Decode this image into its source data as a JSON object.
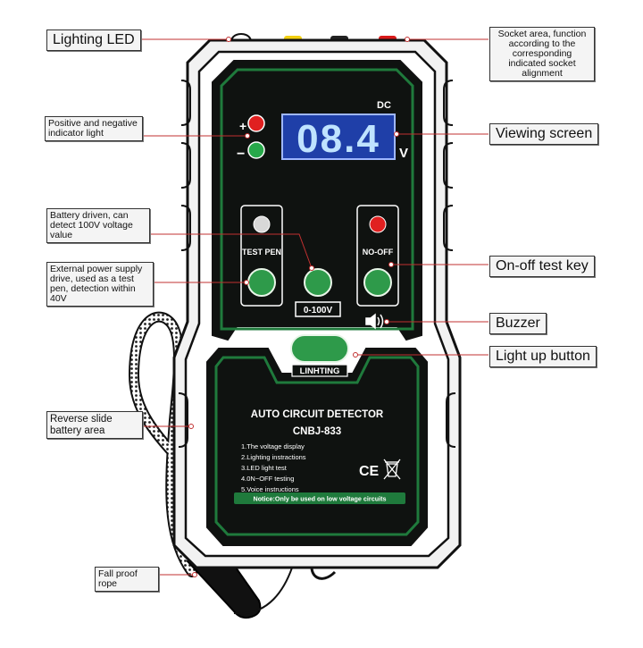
{
  "labels": {
    "lighting_led": "Lighting LED",
    "socket_area": "Socket area, function according to the corresponding indicated socket alignment",
    "indicator_light": "Positive and negative indicator light",
    "viewing_screen": "Viewing screen",
    "battery_driven": "Battery driven, can detect 100V voltage value",
    "external_power": "External power supply drive, used as a test pen, detection within 40V",
    "onoff_key": "On-off test key",
    "buzzer": "Buzzer",
    "light_up_button": "Light up button",
    "reverse_slide": "Reverse slide battery area",
    "fall_proof_rope": "Fall proof rope"
  },
  "device": {
    "display_value": "08.4",
    "display_mode": "DC",
    "display_unit": "V",
    "plus_sign": "+",
    "minus_sign": "−",
    "test_pen_label": "TEST PEN",
    "no_off_label": "NO-OFF",
    "range_label": "0-100V",
    "lighting_button_label": "LINHTING",
    "title": "AUTO CIRCUIT DETECTOR",
    "model": "CNBJ-833",
    "features": [
      "1.The voltage display",
      "2.Lighting instractions",
      "3.LED light test",
      "4.0N−OFF testing",
      "5.Voice instructions"
    ],
    "notice": "Notice:Only be used on low voltage circuits",
    "ce_mark": "CE"
  },
  "colors": {
    "body": "#0f1210",
    "green_accent": "#1f7a3c",
    "button_green": "#2e9a4a",
    "display_bg": "#1f3fa8",
    "display_digit": "#bfe3ff",
    "led_red": "#e02020",
    "led_green": "#27a84a",
    "leader_line": "#c23030",
    "socket_yellow": "#f2cf10",
    "socket_black": "#222222",
    "socket_red": "#d81a1a"
  }
}
